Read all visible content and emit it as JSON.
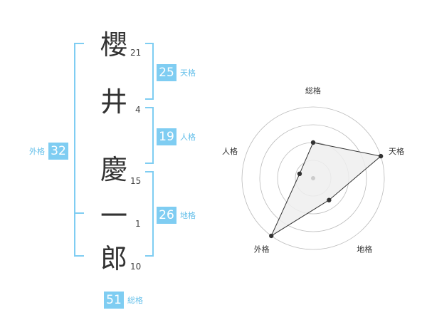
{
  "characters": [
    {
      "char": "櫻",
      "strokes": "21"
    },
    {
      "char": "井",
      "strokes": "4"
    },
    {
      "char": "慶",
      "strokes": "15"
    },
    {
      "char": "一",
      "strokes": "1"
    },
    {
      "char": "郎",
      "strokes": "10"
    }
  ],
  "kaku": {
    "tenkaku": {
      "label": "天格",
      "value": "25"
    },
    "jinkaku": {
      "label": "人格",
      "value": "19"
    },
    "chikaku": {
      "label": "地格",
      "value": "26"
    },
    "gaikaku": {
      "label": "外格",
      "value": "32"
    },
    "soukaku": {
      "label": "総格",
      "value": "51"
    }
  },
  "chart_data": {
    "type": "radar",
    "axes": [
      "総格",
      "天格",
      "地格",
      "外格",
      "人格"
    ],
    "values": [
      0.5,
      1.0,
      0.38,
      1.0,
      0.2
    ],
    "range": [
      0,
      1
    ],
    "rings": 4,
    "colors": {
      "fill": "#efefef",
      "line": "#333333",
      "ring": "#bbbbbb",
      "accent": "#7fcdf2"
    }
  }
}
